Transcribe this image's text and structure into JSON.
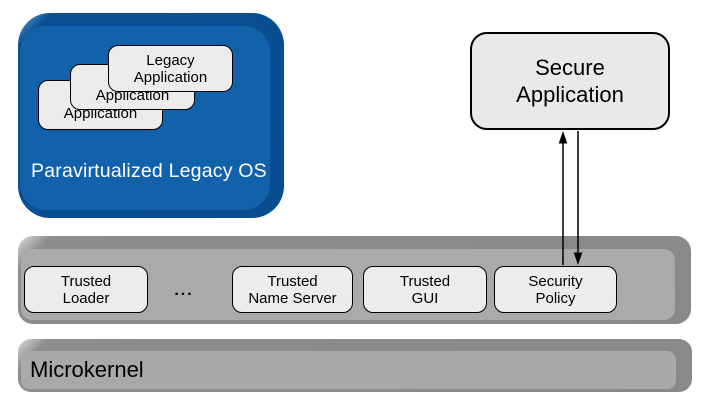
{
  "colors": {
    "os_face_blue": "#1161ab",
    "os_edge_blue": "#0a4c90",
    "bar_face_gray": "#aaaaaa",
    "bar_edge_gray": "#8d8d8d",
    "chip_fill": "#ececec",
    "secure_fill": "#e9e9e9",
    "text_dark": "#000000",
    "text_light": "#ffffff"
  },
  "legacy_os": {
    "label": "Paravirtualized Legacy OS",
    "apps": [
      {
        "label": "Legacy\nApplication"
      },
      {
        "label": "Legacy\nApplication"
      },
      {
        "label": "Legacy\nApplication"
      }
    ]
  },
  "secure_app": {
    "label": "Secure\nApplication"
  },
  "services_bar": {
    "items": [
      {
        "label": "Trusted\nLoader"
      },
      {
        "label": "..."
      },
      {
        "label": "Trusted\nName Server"
      },
      {
        "label": "Trusted\nGUI"
      },
      {
        "label": "Security\nPolicy"
      }
    ]
  },
  "microkernel": {
    "label": "Microkernel"
  },
  "connections": [
    {
      "from": "security-policy",
      "to": "secure-application",
      "direction": "up"
    },
    {
      "from": "secure-application",
      "to": "security-policy",
      "direction": "down"
    }
  ]
}
